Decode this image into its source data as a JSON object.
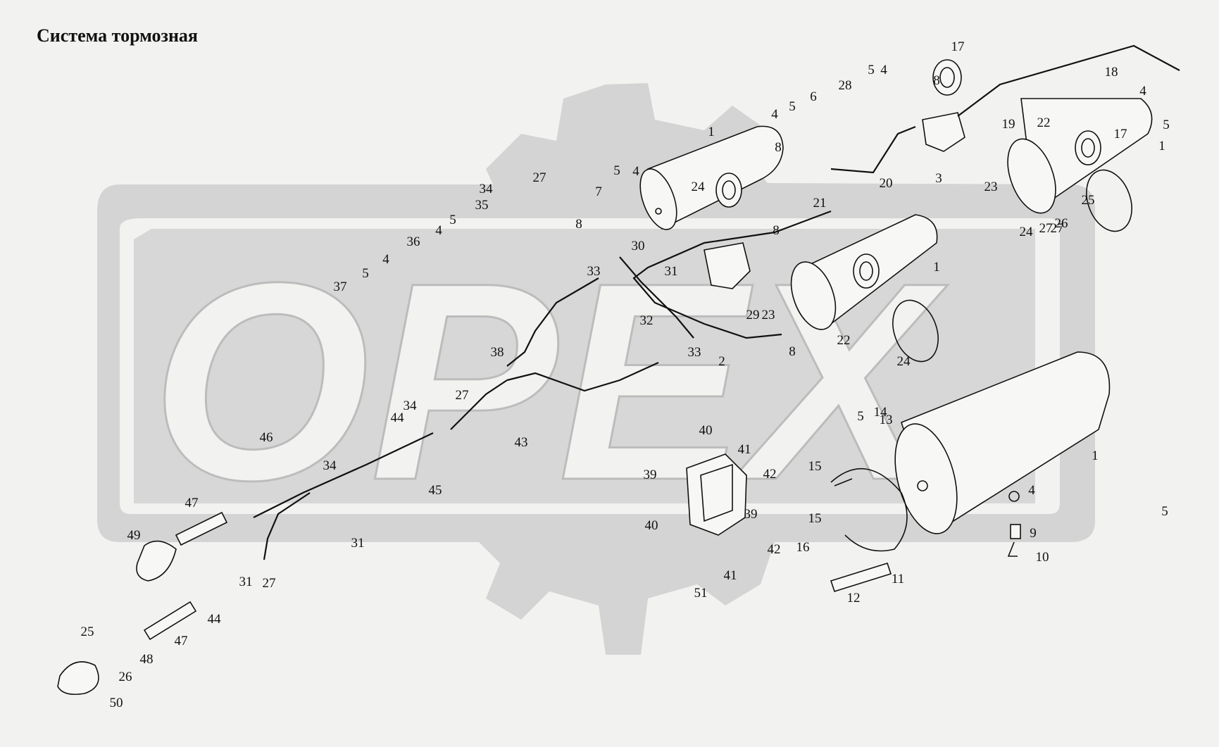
{
  "title": "Система тормозная",
  "watermark": "OPEX",
  "colors": {
    "background": "#f2f2f0",
    "watermark": "#d4d4d4",
    "lines": "#111111"
  },
  "callouts": [
    {
      "n": "1"
    },
    {
      "n": "1"
    },
    {
      "n": "1"
    },
    {
      "n": "1"
    },
    {
      "n": "2"
    },
    {
      "n": "3"
    },
    {
      "n": "4"
    },
    {
      "n": "4"
    },
    {
      "n": "4"
    },
    {
      "n": "4"
    },
    {
      "n": "4"
    },
    {
      "n": "4"
    },
    {
      "n": "4"
    },
    {
      "n": "5"
    },
    {
      "n": "5"
    },
    {
      "n": "5"
    },
    {
      "n": "5"
    },
    {
      "n": "5"
    },
    {
      "n": "5"
    },
    {
      "n": "5"
    },
    {
      "n": "5"
    },
    {
      "n": "6"
    },
    {
      "n": "7"
    },
    {
      "n": "8"
    },
    {
      "n": "8"
    },
    {
      "n": "8"
    },
    {
      "n": "8"
    },
    {
      "n": "8"
    },
    {
      "n": "9"
    },
    {
      "n": "10"
    },
    {
      "n": "11"
    },
    {
      "n": "12"
    },
    {
      "n": "13"
    },
    {
      "n": "14"
    },
    {
      "n": "15"
    },
    {
      "n": "15"
    },
    {
      "n": "16"
    },
    {
      "n": "17"
    },
    {
      "n": "17"
    },
    {
      "n": "18"
    },
    {
      "n": "19"
    },
    {
      "n": "20"
    },
    {
      "n": "21"
    },
    {
      "n": "22"
    },
    {
      "n": "22"
    },
    {
      "n": "23"
    },
    {
      "n": "23"
    },
    {
      "n": "24"
    },
    {
      "n": "24"
    },
    {
      "n": "24"
    },
    {
      "n": "25"
    },
    {
      "n": "25"
    },
    {
      "n": "26"
    },
    {
      "n": "26"
    },
    {
      "n": "27"
    },
    {
      "n": "27"
    },
    {
      "n": "27"
    },
    {
      "n": "27"
    },
    {
      "n": "27"
    },
    {
      "n": "28"
    },
    {
      "n": "29"
    },
    {
      "n": "30"
    },
    {
      "n": "31"
    },
    {
      "n": "31"
    },
    {
      "n": "31"
    },
    {
      "n": "32"
    },
    {
      "n": "33"
    },
    {
      "n": "33"
    },
    {
      "n": "34"
    },
    {
      "n": "34"
    },
    {
      "n": "34"
    },
    {
      "n": "35"
    },
    {
      "n": "36"
    },
    {
      "n": "37"
    },
    {
      "n": "38"
    },
    {
      "n": "39"
    },
    {
      "n": "39"
    },
    {
      "n": "40"
    },
    {
      "n": "40"
    },
    {
      "n": "41"
    },
    {
      "n": "41"
    },
    {
      "n": "42"
    },
    {
      "n": "42"
    },
    {
      "n": "43"
    },
    {
      "n": "44"
    },
    {
      "n": "44"
    },
    {
      "n": "45"
    },
    {
      "n": "46"
    },
    {
      "n": "47"
    },
    {
      "n": "47"
    },
    {
      "n": "48"
    },
    {
      "n": "49"
    },
    {
      "n": "50"
    },
    {
      "n": "51"
    }
  ]
}
